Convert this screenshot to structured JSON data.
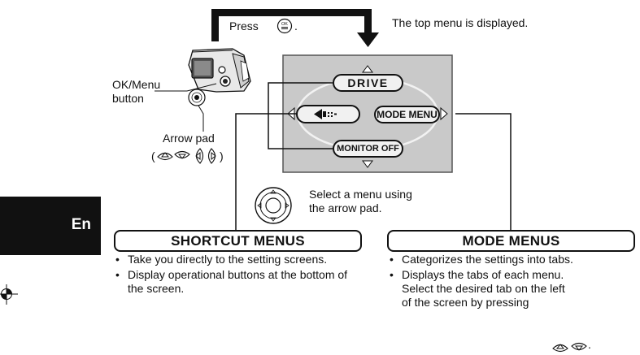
{
  "instructions": {
    "press_text": "Press",
    "press_period": ".",
    "top_menu_text": "The top menu is displayed.",
    "select_menu_line1": "Select a menu using",
    "select_menu_line2": "the arrow pad."
  },
  "camera_labels": {
    "ok_menu_line1": "OK/Menu",
    "ok_menu_line2": "button",
    "arrow_pad": "Arrow pad",
    "arrow_pad_paren_open": "(",
    "arrow_pad_paren_close": ")"
  },
  "language_tab": "En",
  "lcd_menu": {
    "top": "DRIVE",
    "right": "MODE MENU",
    "bottom": "MONITOR OFF"
  },
  "shortcut_menus": {
    "title": "SHORTCUT MENUS",
    "bullets": [
      "Take you directly to the setting screens.",
      "Display operational buttons at the bottom of the screen."
    ]
  },
  "mode_menus": {
    "title": "MODE MENUS",
    "bullets": [
      "Categorizes the settings into tabs.",
      "Displays the tabs of each menu. Select the desired tab on the left of the screen by pressing"
    ]
  },
  "icons": [
    "ok-menu-button-icon",
    "arrow-up-icon",
    "arrow-down-icon",
    "arrow-left-icon",
    "arrow-right-icon",
    "camera-icon",
    "arrow-pad-icon",
    "registration-mark-icon",
    "shortcut-icon"
  ],
  "colors": {
    "lcd_background": "#c9c9c9",
    "pill_background": "#f1f1f1",
    "tab_background": "#111111"
  }
}
